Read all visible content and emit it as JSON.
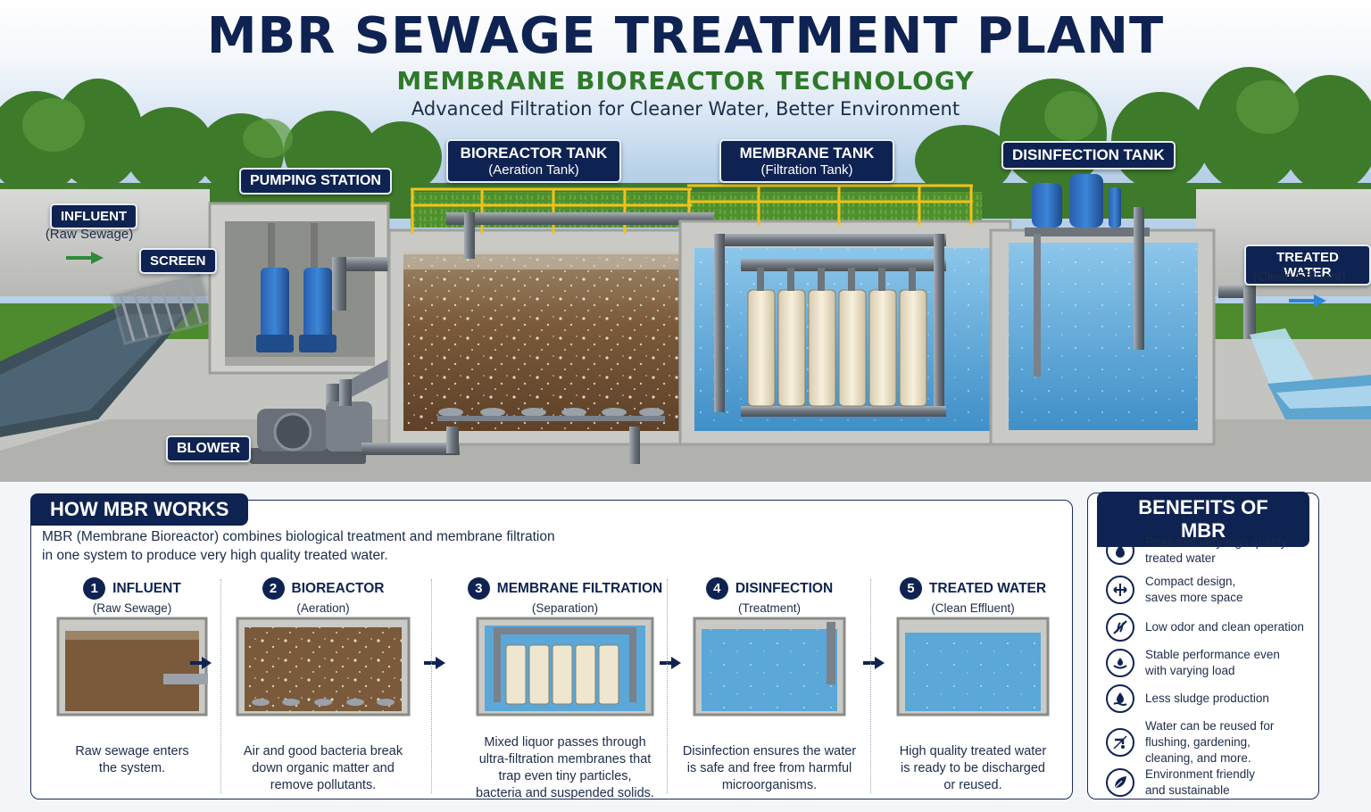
{
  "header": {
    "title": "MBR SEWAGE TREATMENT PLANT",
    "subtitle": "MEMBRANE BIOREACTOR TECHNOLOGY",
    "tagline": "Advanced Filtration for Cleaner Water, Better Environment"
  },
  "scene_labels": {
    "influent": {
      "title": "INFLUENT",
      "sub": "(Raw Sewage)"
    },
    "screen": "SCREEN",
    "pumping_station": "PUMPING STATION",
    "bioreactor": {
      "title": "BIOREACTOR TANK",
      "sub": "(Aeration Tank)"
    },
    "membrane": {
      "title": "MEMBRANE TANK",
      "sub": "(Filtration Tank)"
    },
    "disinfection": "DISINFECTION TANK",
    "treated": {
      "title": "TREATED WATER",
      "sub": "(Clean Effluent)"
    },
    "blower": "BLOWER"
  },
  "how_it_works": {
    "heading": "HOW MBR WORKS",
    "intro_line1": "MBR (Membrane Bioreactor) combines biological treatment and membrane filtration",
    "intro_line2": "in one system to produce very high quality treated water.",
    "steps": [
      {
        "num": "1",
        "title": "INFLUENT",
        "sub": "(Raw Sewage)",
        "desc1": "Raw sewage enters",
        "desc2": "the system.",
        "desc3": "",
        "desc4": ""
      },
      {
        "num": "2",
        "title": "BIOREACTOR",
        "sub": "(Aeration)",
        "desc1": "Air and good bacteria break",
        "desc2": "down organic matter and",
        "desc3": "remove pollutants.",
        "desc4": ""
      },
      {
        "num": "3",
        "title": "MEMBRANE FILTRATION",
        "sub": "(Separation)",
        "desc1": "Mixed liquor passes through",
        "desc2": "ultra-filtration membranes that",
        "desc3": "trap even tiny particles,",
        "desc4": "bacteria and suspended solids."
      },
      {
        "num": "4",
        "title": "DISINFECTION",
        "sub": "(Treatment)",
        "desc1": "Disinfection ensures the water",
        "desc2": "is safe and free from harmful",
        "desc3": "microorganisms.",
        "desc4": ""
      },
      {
        "num": "5",
        "title": "TREATED WATER",
        "sub": "(Clean Effluent)",
        "desc1": "High quality treated water",
        "desc2": "is ready to be discharged",
        "desc3": "or reused.",
        "desc4": ""
      }
    ]
  },
  "benefits": {
    "heading": "BENEFITS OF MBR",
    "items": [
      {
        "icon": "water-drop-icon",
        "line1": "Produces very high quality",
        "line2": "treated water"
      },
      {
        "icon": "compact-arrows-icon",
        "line1": "Compact design,",
        "line2": "saves more space"
      },
      {
        "icon": "no-odor-icon",
        "line1": "Low odor and clean operation",
        "line2": ""
      },
      {
        "icon": "stable-hand-icon",
        "line1": "Stable performance even",
        "line2": "with varying load"
      },
      {
        "icon": "less-sludge-icon",
        "line1": "Less sludge production",
        "line2": ""
      },
      {
        "icon": "reuse-faucet-icon",
        "line1": "Water can be reused for",
        "line2": "flushing, gardening,",
        "line3": "cleaning, and more."
      },
      {
        "icon": "leaf-icon",
        "line1": "Environment friendly",
        "line2": "and sustainable"
      }
    ]
  },
  "colors": {
    "navy": "#0f2352",
    "green_title": "#2f7a2a",
    "sludge_brown": "#7a5a3a",
    "clear_water": "#5aa7d8",
    "membrane_cream": "#efe6cf",
    "rail_yellow": "#f2c21b"
  }
}
